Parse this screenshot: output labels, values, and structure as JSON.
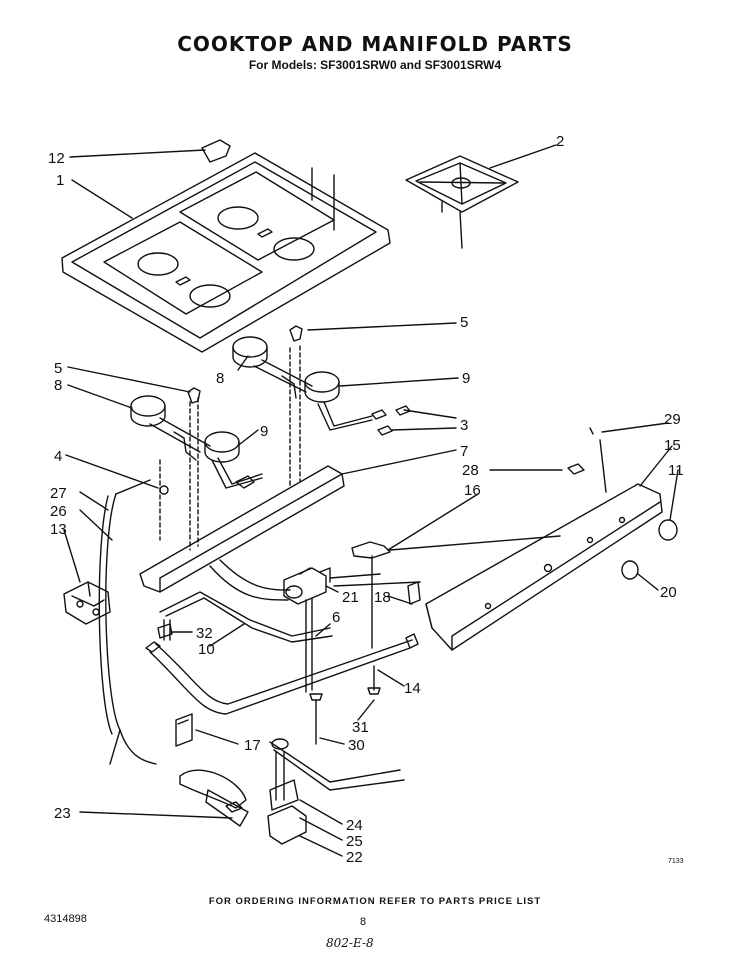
{
  "title": "COOKTOP AND MANIFOLD PARTS",
  "subtitle": "For Models: SF3001SRW0 and SF3001SRW4",
  "footer": "FOR ORDERING INFORMATION REFER TO PARTS PRICE LIST",
  "doc_number": "4314898",
  "page_number": "8",
  "handwritten_note": "802-E-8",
  "figure_code": "7133",
  "callouts": [
    "1",
    "2",
    "3",
    "4",
    "5",
    "5",
    "6",
    "7",
    "8",
    "8",
    "9",
    "9",
    "10",
    "11",
    "12",
    "13",
    "14",
    "15",
    "16",
    "17",
    "18",
    "20",
    "21",
    "22",
    "23",
    "24",
    "25",
    "26",
    "27",
    "28",
    "29",
    "30",
    "31",
    "32"
  ]
}
